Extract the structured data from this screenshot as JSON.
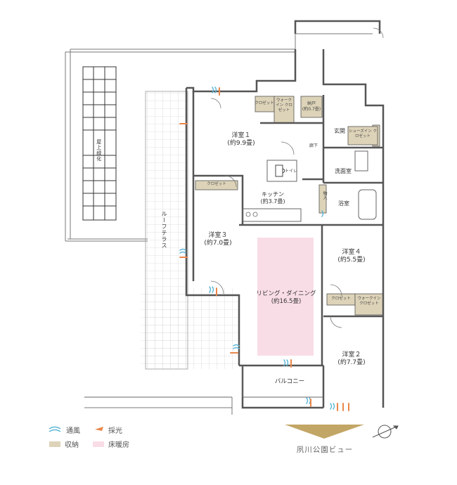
{
  "rooms": {
    "rooftop_greenery": "屋上緑化",
    "roof_terrace": "ルーフテラス",
    "western1": {
      "name": "洋室１",
      "size": "(約9.9畳)"
    },
    "closet1": "クロゼット",
    "walkin1": "ウォーク イン クロゼット",
    "storage": {
      "name": "納戸",
      "size": "(約0.7畳)"
    },
    "hallway": "廊下",
    "entrance": "玄関",
    "shoe_closet": "シューズイン クロゼット",
    "washroom": "洗面室",
    "toilet": "トイレ",
    "bathroom": "浴室",
    "kitchen": {
      "name": "キッチン",
      "size": "(約3.7畳)"
    },
    "closet3": "クロゼット",
    "western3": {
      "name": "洋室３",
      "size": "(約7.0畳)"
    },
    "living": {
      "name": "リビング・ダイニング",
      "size": "(約16.5畳)"
    },
    "western4": {
      "name": "洋室４",
      "size": "(約5.5畳)"
    },
    "closet4": "クロゼット",
    "walkin4": "ウォークイン クロゼット",
    "western2": {
      "name": "洋室２",
      "size": "(約7.7畳)"
    },
    "balcony": "バルコニー",
    "linen": "物入"
  },
  "legend": {
    "ventilation": "通風",
    "light": "採光",
    "storage": "収納",
    "floor_heating": "床暖房"
  },
  "colors": {
    "ventilation": "#5fb8d6",
    "light": "#e9864a",
    "storage": "#ddd3b8",
    "floor_heating": "#f9dde6",
    "wall": "#555555",
    "view_arrow": "#c2a665"
  },
  "view": "夙川公園ビュー",
  "compass_icon": "north-arrow-icon"
}
